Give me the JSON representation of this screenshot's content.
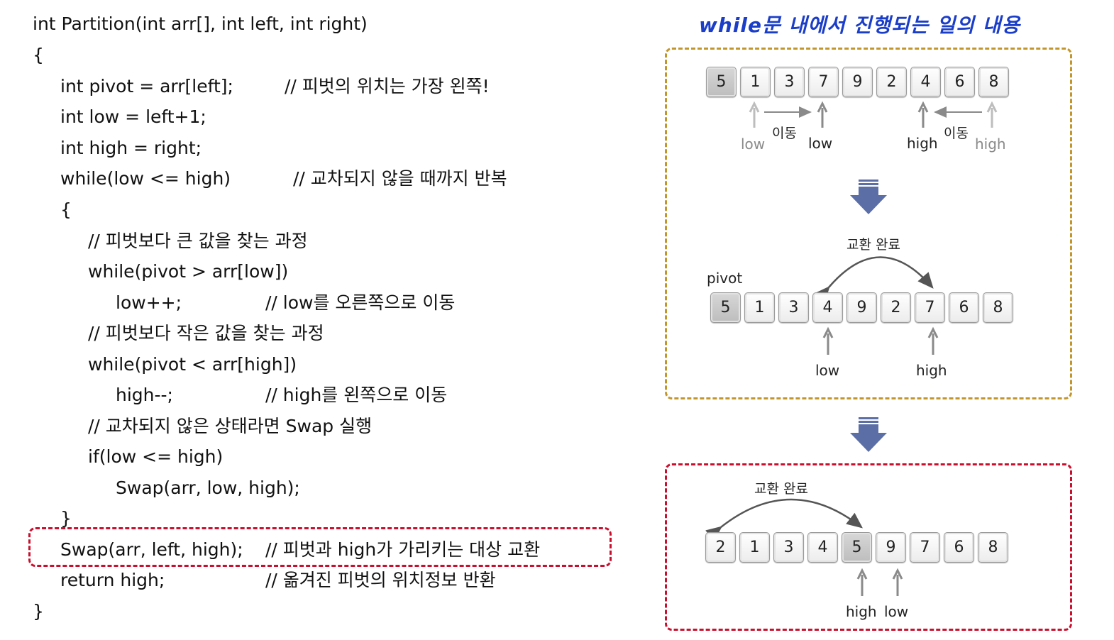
{
  "code": {
    "lines": [
      {
        "text": "int Partition(int arr[], int left, int right)",
        "comment": ""
      },
      {
        "text": "{",
        "comment": ""
      },
      {
        "text": "int pivot = arr[left];",
        "comment": "// 피벗의 위치는 가장 왼쪽!"
      },
      {
        "text": "int low = left+1;",
        "comment": ""
      },
      {
        "text": "int high = right;",
        "comment": ""
      },
      {
        "text": "while(low <= high)",
        "comment": "// 교차되지 않을 때까지 반복"
      },
      {
        "text": "{",
        "comment": ""
      },
      {
        "text": "// 피벗보다 큰 값을 찾는 과정",
        "comment": ""
      },
      {
        "text": "while(pivot > arr[low])",
        "comment": ""
      },
      {
        "text": "low++;",
        "comment": "// low를 오른쪽으로 이동"
      },
      {
        "text": "// 피벗보다 작은 값을 찾는 과정",
        "comment": ""
      },
      {
        "text": "while(pivot < arr[high])",
        "comment": ""
      },
      {
        "text": "high--;",
        "comment": "// high를 왼쪽으로 이동"
      },
      {
        "text": "// 교차되지 않은 상태라면 Swap 실행",
        "comment": ""
      },
      {
        "text": "if(low <= high)",
        "comment": ""
      },
      {
        "text": "Swap(arr, low, high);",
        "comment": ""
      },
      {
        "text": "}",
        "comment": ""
      },
      {
        "text": "Swap(arr, left, high);",
        "comment": "// 피벗과 high가 가리키는 대상 교환"
      },
      {
        "text": "return high;",
        "comment": "// 옮겨진 피벗의 위치정보 반환"
      },
      {
        "text": "}",
        "comment": ""
      }
    ]
  },
  "diagram": {
    "title": "while문 내에서 진행되는 일의 내용",
    "step1": {
      "array": [
        "5",
        "1",
        "3",
        "7",
        "9",
        "2",
        "4",
        "6",
        "8"
      ],
      "move_label": "이동",
      "low_old": "low",
      "low_new": "low",
      "high_new": "high",
      "high_old": "high"
    },
    "step2": {
      "swap_label": "교환 완료",
      "pivot_label": "pivot",
      "array": [
        "5",
        "1",
        "3",
        "4",
        "9",
        "2",
        "7",
        "6",
        "8"
      ],
      "low_label": "low",
      "high_label": "high"
    },
    "step3": {
      "swap_label": "교환 완료",
      "array": [
        "2",
        "1",
        "3",
        "4",
        "5",
        "9",
        "7",
        "6",
        "8"
      ],
      "high_label": "high",
      "low_label": "low"
    }
  },
  "colors": {
    "title_blue": "#1b3ec9",
    "gold_dashed": "#c2962c",
    "red_dashed": "#c8102e",
    "down_arrow": "#5b6fa6"
  }
}
